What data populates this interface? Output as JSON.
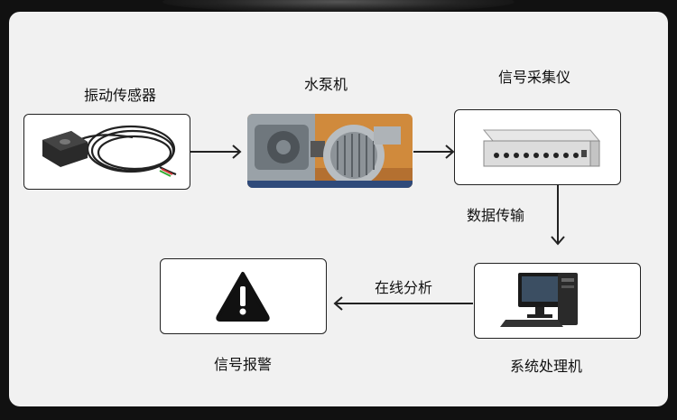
{
  "nodes": {
    "sensor": "振动传感器",
    "pump": "水泵机",
    "collector": "信号采集仪",
    "processor": "系统处理机",
    "alarm": "信号报警"
  },
  "edges": {
    "transmission": "数据传输",
    "analysis": "在线分析"
  },
  "icons": {
    "sensor": "vibration-sensor-icon",
    "pump": "water-pump-icon",
    "collector": "data-acquisition-device-icon",
    "processor": "desktop-computer-icon",
    "alarm": "warning-triangle-icon"
  }
}
